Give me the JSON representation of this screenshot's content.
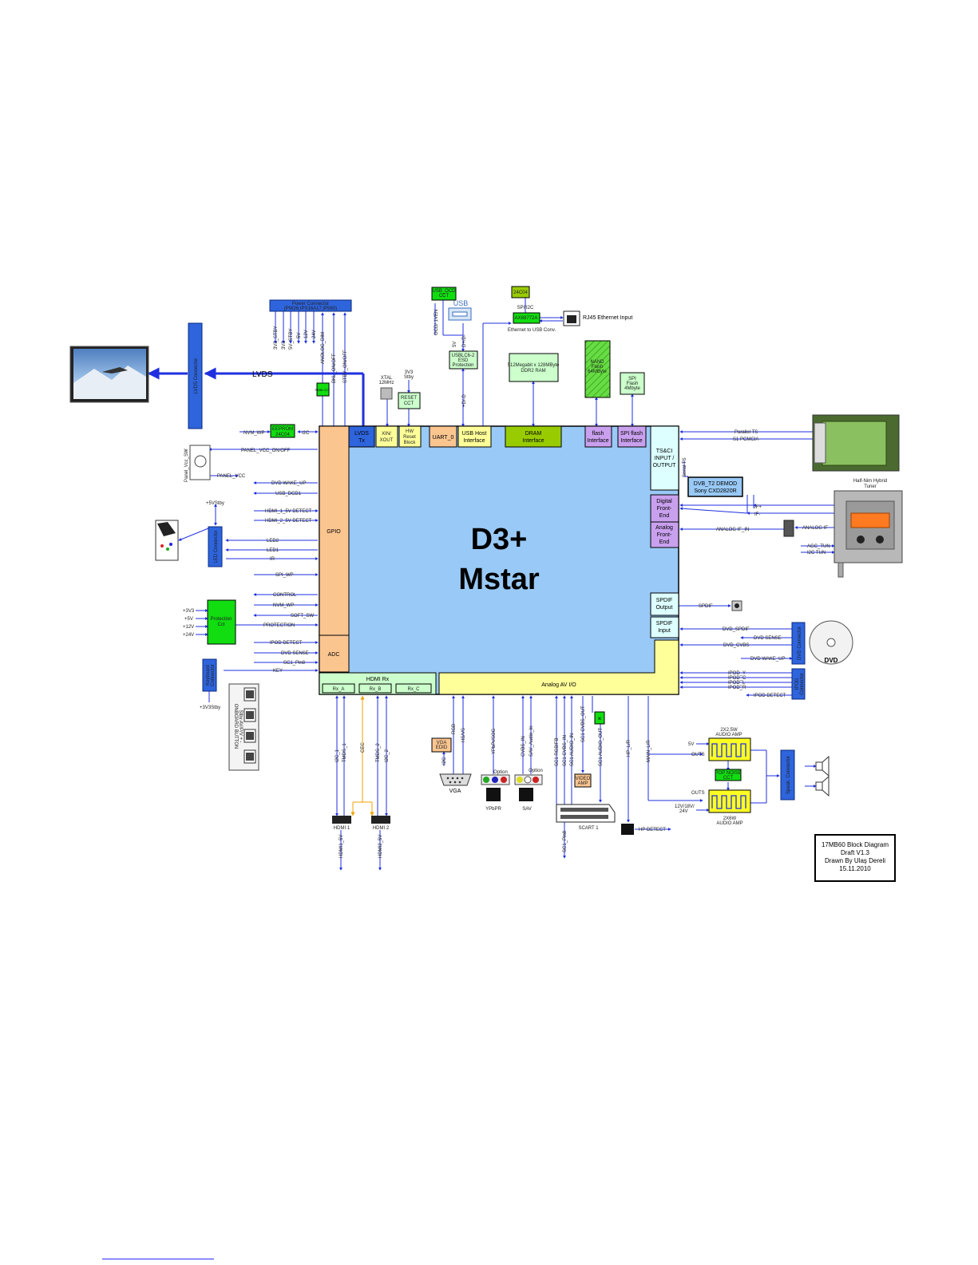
{
  "chip": {
    "line1": "D3+",
    "line2": "Mstar"
  },
  "title_box": {
    "line1": "17MB60 Block Diagram",
    "line2": "Draft V1.3",
    "line3": "Drawn By Ulaş Dereli",
    "line4": "15.11.2010"
  },
  "blocks": {
    "gpio": "GPIO",
    "adc": "ADC",
    "lvds_tx": [
      "LVDS",
      "Tx"
    ],
    "xin_xout": [
      "XIN/",
      "XOUT"
    ],
    "hw_reset": [
      "HW",
      "Reset",
      "Block"
    ],
    "uart": "UART_0",
    "usb_host": [
      "USB Host",
      "Interface"
    ],
    "dram_if": [
      "DRAM",
      "Interface"
    ],
    "flash_if": [
      "flash",
      "Interface"
    ],
    "spi_flash_if": [
      "SPI flash",
      "Interface"
    ],
    "tsci": [
      "TS&CI",
      "INPUT /",
      "OUTPUT"
    ],
    "dig_fe": [
      "Digital",
      "Front-",
      "End"
    ],
    "ana_fe": [
      "Analog",
      "Front-",
      "End"
    ],
    "spdif_out": [
      "SPDIF",
      "Output"
    ],
    "spdif_in": [
      "SPDIF",
      "Input"
    ],
    "hdmi_rx": "HDMI Rx",
    "rx_a": "Rx_A",
    "rx_b": "Rx_B",
    "rx_c": "Rx_C",
    "analog_av": "Analog AV I/O",
    "dvb_demod": [
      "DVB_T2 DEMOD",
      "Sony CXD2820R"
    ],
    "power_conn": [
      "Power Connector",
      "(PW26,IPS16A17,IP560)"
    ],
    "lvds_conn": "LVDS Connector",
    "led_conn": "LED Connector",
    "keyboard_conn": [
      "Keyboard",
      "Connector"
    ],
    "protection": [
      "Protection",
      "Cct"
    ],
    "eeprom": [
      "EEPROM",
      "24C04"
    ],
    "pwm": "PWM CCT",
    "usb_ocd": [
      "USB_OCD",
      "CCT"
    ],
    "usb_esd": [
      "USBLC6-2",
      "ESD",
      "Protection"
    ],
    "reset_cct": [
      "RESET",
      "CCT"
    ],
    "c24c04": "24C04",
    "ax88772a": "AX88772A",
    "eth_conv": "Ethernet to USB Conv.",
    "rj45": "RJ45 Ethernet Input",
    "ddr": [
      "512Megabit x 128MByte",
      "DDR2 RAM"
    ],
    "nand": [
      "NAND",
      "Flash",
      "64MByte"
    ],
    "spi_flash": [
      "SPI",
      "Flash",
      "4Mbyte"
    ],
    "dvd_conn": "DVD Connector",
    "ipod_conn": [
      "IPOD",
      "Connector"
    ],
    "speak_conn": "Speak. Connector",
    "dvd": "DVD",
    "tuner_label": [
      "Half-Nim Hybrid",
      "Tuner"
    ],
    "amp1": [
      "2X2.5W",
      "AUDIO AMP"
    ],
    "amp2": [
      "2X6W",
      "AUDIO AMP"
    ],
    "pop_noise": [
      "POP NOISE",
      "CCT"
    ],
    "vga_edid": [
      "VGA",
      "EDID"
    ],
    "video_amp": [
      "VIDEO",
      "AMP"
    ],
    "usb_logo": "USB",
    "xtal": [
      "XTAL",
      "12MHz"
    ],
    "three_v3": [
      "3V3",
      "Stby"
    ],
    "lvds_arrow": "LVDS",
    "panel_vcc_sw": "Panel_Vcc_SW",
    "onboard": [
      "ONBOARD BUTTON",
      "Stby AV/P/V + -"
    ],
    "spi_i2c": "SPI/I2C",
    "option1": "Option",
    "option2": "Option"
  },
  "signals": {
    "nvm_wp": "NVM_WP",
    "i2c": "I2C",
    "panel_vcc_onoff": "PANEL_VCC_ON/OFF",
    "panel_vcc": "PANEL_VCC",
    "dvd_wake_up": "DVD WAKE_UP",
    "usb_dcd1": "USB_DCD1",
    "hdmi1_det": "HDMI_1_5V DETECT",
    "hdmi2_det": "HDMI_2_5V DETECT",
    "led2": "LED2",
    "led1": "LED1",
    "ir": "IR",
    "spi_wp": "SPI_WP",
    "control": "CONTROL",
    "nvm_wp2": "NVM_WP",
    "soft_sw": "SOFT_SW",
    "protection": "PROTECTION",
    "ipod_detect": "IPOD DETECT",
    "dvd_sense": "DVD SENSE",
    "sc1_pin8": "SC1_Pin8",
    "key": "KEY",
    "p5vstby": "+5VStby",
    "p3v3stby": "+3V3Stby",
    "p3v3": "+3V3",
    "p5v": "+5V",
    "p12v": "+12V",
    "p24v": "+24V",
    "parallel_ts": "Parallel TS",
    "s1_pcmcia": "S1 PCMCIA",
    "serial_ts": "Serial TS",
    "if_p": "IF+",
    "if_n": "IF-",
    "analog_if_in": "ANALOG IF_IN",
    "analog_if": "ANALOG IF",
    "agc_tun": "AGC_TUN",
    "i2c_tun": "I2C TUN",
    "spdif": "SPDIF",
    "dvd_spdif": "DVD_SPDIF",
    "dvd_sense2": "DVD SENSE",
    "dvd_cvbs": "DVD_CVBS",
    "dvd_wake_up2": "DVD WAKE_UP",
    "ipod_y": "IPOD_Y",
    "ipod_c": "IPOD_C",
    "ipod_l": "IPOD_L",
    "ipod_r": "IPOD_R",
    "ipod_detect2": "IPOD DETECT",
    "hp_detect": "HP DETECT",
    "v5": "5V",
    "v12_18_24": [
      "12V/18V/",
      "24V"
    ],
    "outs1": "OUTS",
    "outs2": "OUTS",
    "p3v3stby_v": "3V3_STBY",
    "p3v3_v": "3V3",
    "p5vstby_v": "5V_STBY",
    "p5v_v": "5V",
    "p12v_v": "12V",
    "p24v_v": "24V",
    "dimming": "ANOLOG_DIM",
    "bkl_onoff": "BKL_ON/OFF",
    "stby_onoff": "STBY_ON/OFF",
    "usb_ocd_v": "OCD/ 1VEN",
    "usb_5v_v": "5V",
    "usb_dp_v": "D+/D-",
    "usb_dpdm": "+D/-D",
    "rgb": "RGB",
    "hsvs": "HS/VS",
    "ypbpr": "YPbPr/SOG",
    "cvbs_in": "CVBS_IN",
    "sav_audio_in": "SAV_Audio_In",
    "sc1_rgbfb": "SC1 RGB/FB",
    "sc1_cvbs_in": "SC1 CVBS_IN",
    "sc1_audio_in": "SC1 AUDIO_IN",
    "sc1_cvbs_out": "SC1 CVBS_OUT",
    "sc1_audio_out": "SC1 AUDIO_OUT",
    "hp_lr": "HP_L/R",
    "main_lr": "MAIN_L/R",
    "i2c_v": "I2C_1",
    "tmds1": "TMDS_1",
    "cec": "CEC",
    "tmds2": "TMDS_2",
    "i2c_v2": "I2C_2",
    "hdmi1_5v": "HDMI1_5V",
    "hdmi2_5v": "HDMI2_5V",
    "vga_i2c": "I2C",
    "sc1_pin8_v": "SC1_Pin8"
  },
  "connectors": {
    "vga": "VGA",
    "ypbpr": "YPbPR",
    "sav": "SAV",
    "scart": "SCART 1",
    "hdmi1": "HDMI 1",
    "hdmi2": "HDMI 2"
  },
  "colors": {
    "chip": "#99c9f6",
    "gpio": "#fbc590",
    "blue": "#2e64dc",
    "green": "#11dd11",
    "yellow": "#ffff99",
    "purple": "#c9a0ee",
    "lightcyan": "#ddffff",
    "olive": "#99cc00",
    "lightgreen": "#ccffcc",
    "orange_wire": "#f0a000"
  }
}
